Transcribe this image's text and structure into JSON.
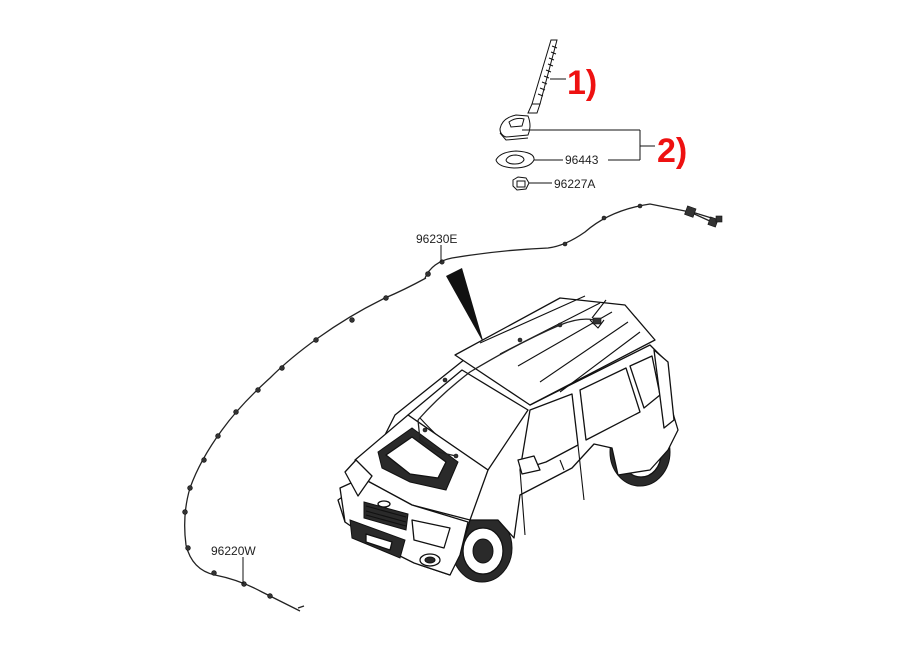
{
  "parts": {
    "antenna_base": "96443",
    "nut": "96227A",
    "roof_cable": "96230E",
    "main_cable": "96220W"
  },
  "callouts": {
    "mast": "1)",
    "base_assembly": "2)"
  },
  "colors": {
    "callout": "#ee1111",
    "linework": "#111111"
  }
}
